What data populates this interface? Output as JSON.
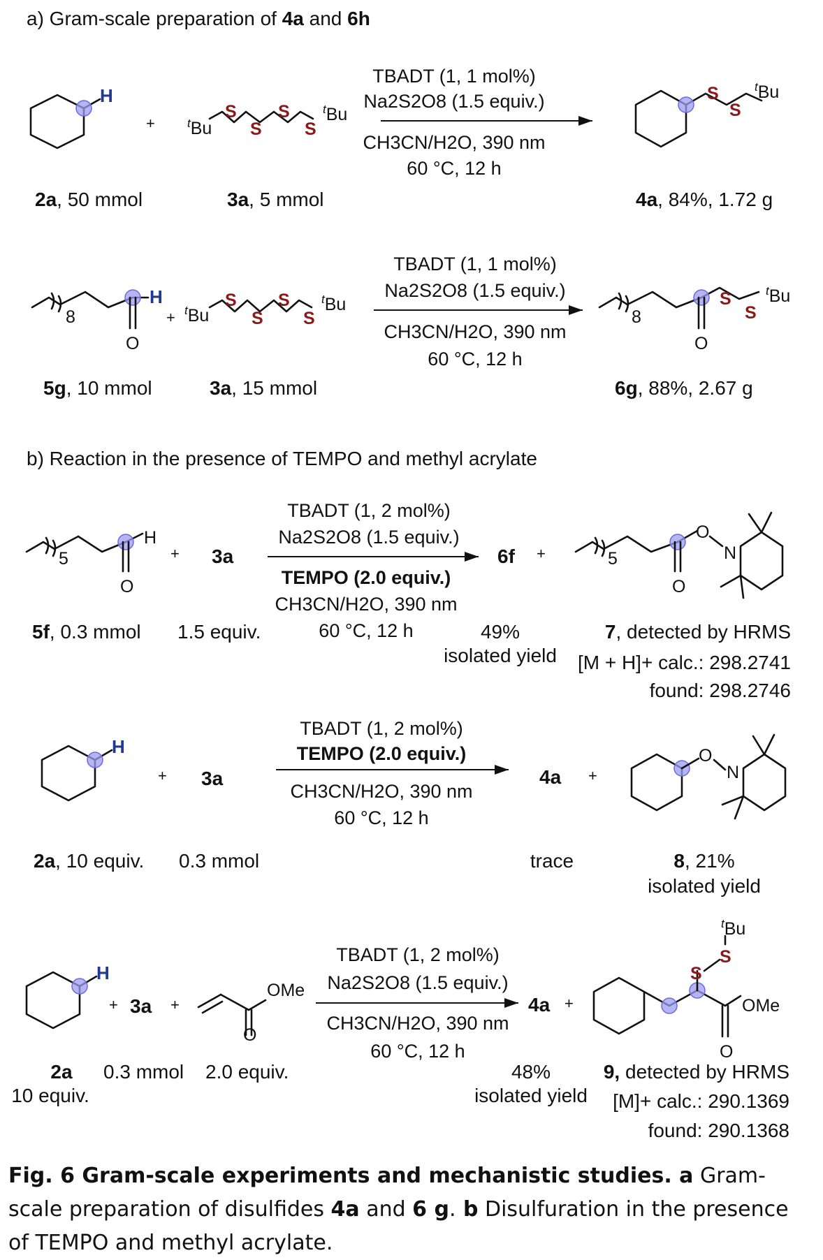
{
  "section_a": {
    "title_prefix": "a) Gram-scale preparation of ",
    "c1": "4a",
    "and": " and ",
    "c2": "6h"
  },
  "section_b": {
    "title": "b) Reaction in the presence of TEMPO and methyl acrylate"
  },
  "common": {
    "plus": "+",
    "S": "S",
    "H": "H",
    "O": "O",
    "N": "N",
    "tBu_sup": "t",
    "tBu": "Bu",
    "OMe": "OMe",
    "sub5": "5",
    "sub8": "8"
  },
  "rxn1": {
    "cond_line1": "TBADT (1, 1 mol%)",
    "cond_line2": "Na2S2O8 (1.5 equiv.)",
    "cond_line3": "CH3CN/H2O, 390 nm",
    "cond_line4": "60 °C, 12 h",
    "reactant1": {
      "label": "2a",
      "amount": ", 50 mmol"
    },
    "reactant2": {
      "label": "3a",
      "amount": ", 5 mmol"
    },
    "product": {
      "label": "4a",
      "amount": ", 84%, 1.72 g"
    }
  },
  "rxn2": {
    "cond_line1": "TBADT (1, 1 mol%)",
    "cond_line2": "Na2S2O8 (1.5 equiv.)",
    "cond_line3": "CH3CN/H2O, 390 nm",
    "cond_line4": "60 °C, 12 h",
    "reactant1": {
      "label": "5g",
      "amount": ", 10 mmol"
    },
    "reactant2": {
      "label": "3a",
      "amount": ", 15 mmol"
    },
    "product": {
      "label": "6g",
      "amount": ", 88%, 2.67 g"
    }
  },
  "rxn3": {
    "cond_line1": "TBADT (1, 2 mol%)",
    "cond_line2": "Na2S2O8 (1.5 equiv.)",
    "cond_line3": "TEMPO (2.0 equiv.)",
    "cond_line4": "CH3CN/H2O, 390 nm",
    "cond_line5": "60 °C, 12 h",
    "reactant1": {
      "label": "5f",
      "amount": ", 0.3 mmol"
    },
    "reactant2": {
      "label": "3a",
      "amount": "1.5 equiv."
    },
    "product1": {
      "label": "6f",
      "yield": "49%",
      "yield_note": "isolated yield"
    },
    "product2": {
      "label": "7",
      "note": ", detected by HRMS",
      "calc": "[M + H]+ calc.: 298.2741",
      "found": "found: 298.2746"
    }
  },
  "rxn4": {
    "cond_line1": "TBADT (1, 2 mol%)",
    "cond_line2": "TEMPO (2.0 equiv.)",
    "cond_line3": "CH3CN/H2O, 390 nm",
    "cond_line4": "60 °C, 12 h",
    "reactant1": {
      "label": "2a",
      "amount": ", 10 equiv."
    },
    "reactant2": {
      "label": "3a",
      "amount": "0.3 mmol"
    },
    "product1": {
      "label": "4a",
      "yield": "trace"
    },
    "product2": {
      "label": "8",
      "yield": ", 21%",
      "yield_note": "isolated yield"
    }
  },
  "rxn5": {
    "cond_line1": "TBADT (1, 2 mol%)",
    "cond_line2": "Na2S2O8 (1.5 equiv.)",
    "cond_line3": "CH3CN/H2O, 390 nm",
    "cond_line4": "60 °C, 12 h",
    "reactant1": {
      "label": "2a",
      "amount": "10 equiv."
    },
    "reactant2": {
      "label": "3a",
      "amount": "0.3 mmol"
    },
    "reactant3": {
      "amount": "2.0 equiv."
    },
    "product1": {
      "label": "4a",
      "yield": "48%",
      "yield_note": "isolated yield"
    },
    "product2": {
      "label": "9,",
      "note": " detected by HRMS",
      "calc": "[M]+ calc.: 290.1369",
      "found": "found: 290.1368"
    }
  },
  "caption": {
    "bold": "Fig. 6 Gram-scale experiments and mechanistic studies.",
    "a": " a",
    "part_a1": " Gram-scale preparation of disulfides ",
    "p1": "4a",
    "and": " and ",
    "p2": "6 g",
    "dot": ".",
    "b": " b",
    "part_b": " Disulfuration in the presence of TEMPO and methyl acrylate."
  }
}
